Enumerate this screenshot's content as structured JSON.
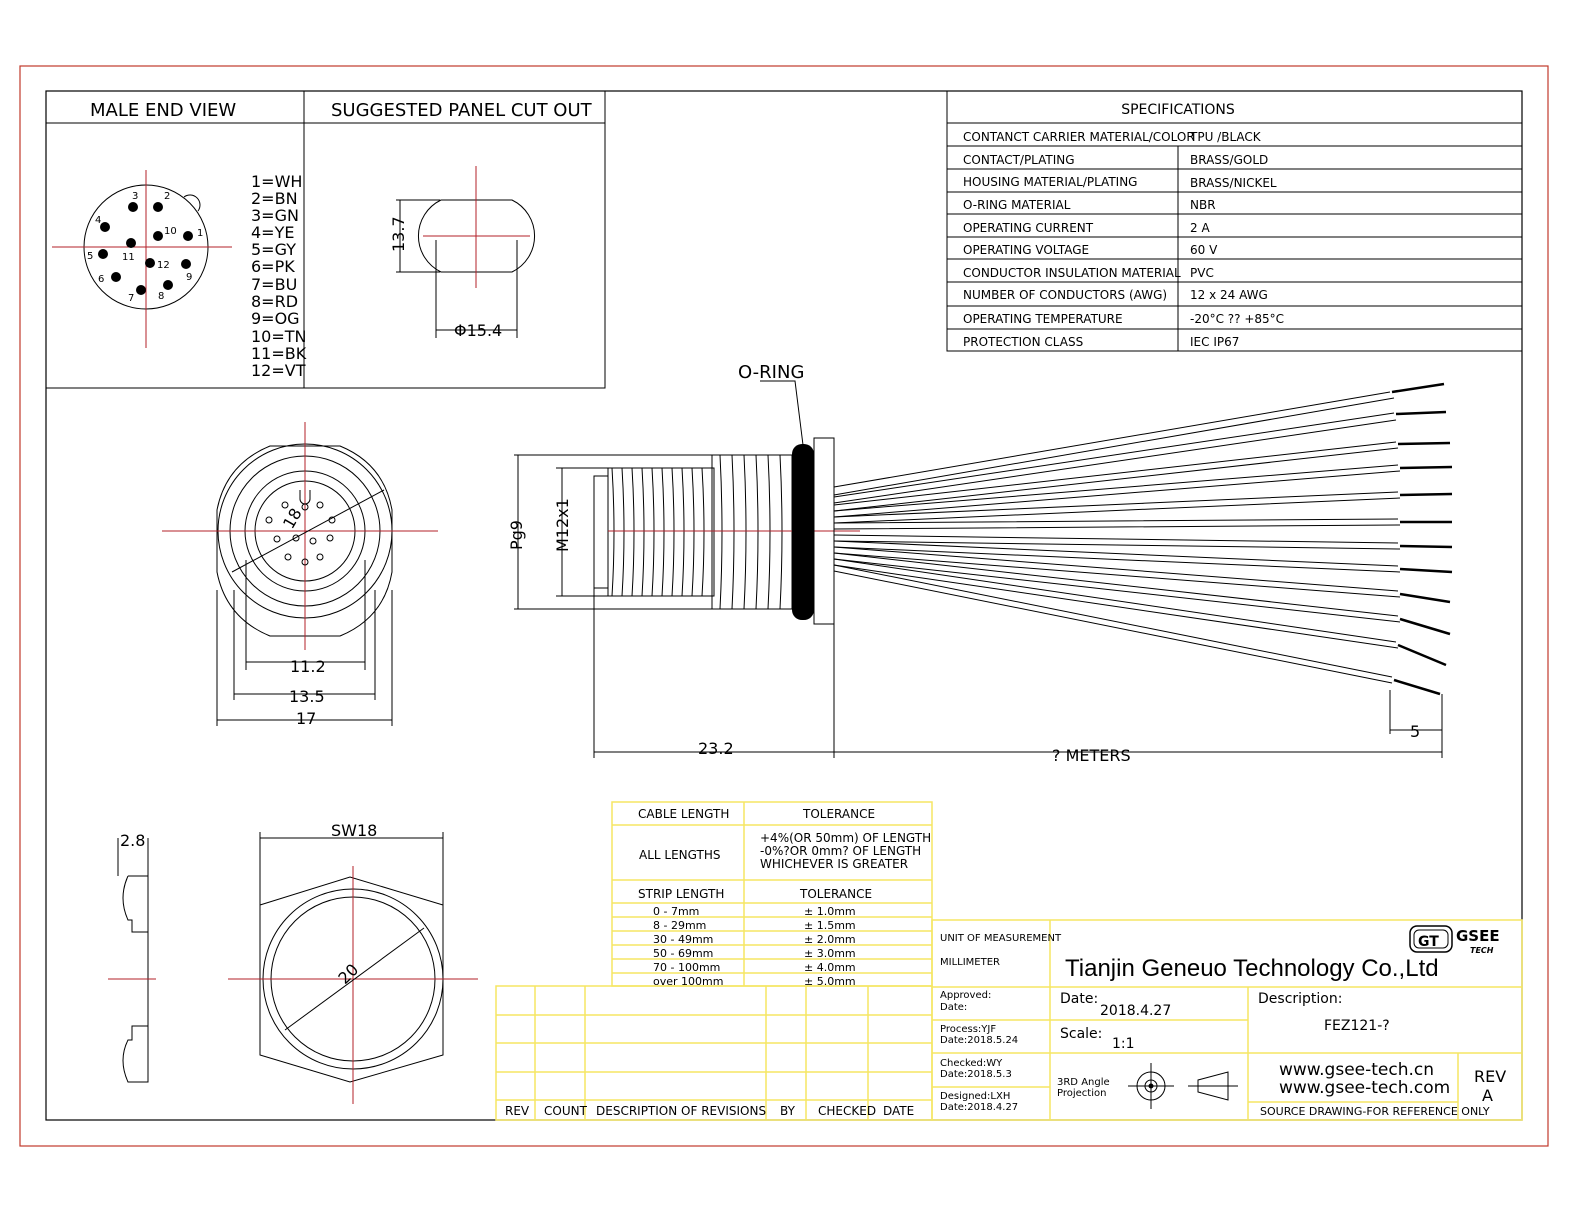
{
  "views": {
    "male_end_view": "MALE END VIEW",
    "panel_cut_out": "SUGGESTED PANEL CUT OUT"
  },
  "pin_colors": [
    "1=WH",
    "2=BN",
    "3=GN",
    "4=YE",
    "5=GY",
    "6=PK",
    "7=BU",
    "8=RD",
    "9=OG",
    "10=TN",
    "11=BK",
    "12=VT"
  ],
  "pin_numbers": [
    "3",
    "2",
    "4",
    "10",
    "1",
    "5",
    "11",
    "12",
    "9",
    "6",
    "7",
    "8"
  ],
  "panel_dims": {
    "height": "13.7",
    "diameter": "Φ15.4"
  },
  "specifications": {
    "title": "SPECIFICATIONS",
    "rows": [
      {
        "name": "CONTANCT CARRIER MATERIAL/COLOR",
        "value": "TPU /BLACK"
      },
      {
        "name": "CONTACT/PLATING",
        "value": "BRASS/GOLD"
      },
      {
        "name": "HOUSING MATERIAL/PLATING",
        "value": "BRASS/NICKEL"
      },
      {
        "name": "O-RING MATERIAL",
        "value": "NBR"
      },
      {
        "name": "OPERATING CURRENT",
        "value": "2 A"
      },
      {
        "name": "OPERATING VOLTAGE",
        "value": "60 V"
      },
      {
        "name": "CONDUCTOR INSULATION MATERIAL",
        "value": "PVC"
      },
      {
        "name": "NUMBER OF CONDUCTORS (AWG)",
        "value": "12 x 24 AWG"
      },
      {
        "name": "OPERATING TEMPERATURE",
        "value": "-20°C ?? +85°C"
      },
      {
        "name": "PROTECTION CLASS",
        "value": "IEC   IP67"
      }
    ]
  },
  "side_view": {
    "oring_label": "O-RING",
    "pg9": "Pg9",
    "m12": "M12x1",
    "len_23_2": "23.2",
    "meters": "? METERS",
    "strip_5": "5"
  },
  "front_view": {
    "d18": "18",
    "d11_2": "11.2",
    "d13_5": "13.5",
    "d17": "17"
  },
  "nut_view": {
    "sw18": "SW18",
    "d20": "20",
    "t2_8": "2.8"
  },
  "tolerance": {
    "h_cable": "CABLE LENGTH",
    "h_tol": "TOLERANCE",
    "all_lengths": "ALL LENGTHS",
    "all_tol": [
      "+4%(OR 50mm) OF LENGTH",
      "-0%?OR 0mm? OF LENGTH",
      "WHICHEVER  IS  GREATER"
    ],
    "h_strip": "STRIP LENGTH",
    "h_tol2": "TOLERANCE",
    "strip_rows": [
      {
        "len": "0 - 7mm",
        "tol": "± 1.0mm"
      },
      {
        "len": "8 - 29mm",
        "tol": "± 1.5mm"
      },
      {
        "len": "30 - 49mm",
        "tol": "± 2.0mm"
      },
      {
        "len": "50 - 69mm",
        "tol": "± 3.0mm"
      },
      {
        "len": "70 - 100mm",
        "tol": "± 4.0mm"
      },
      {
        "len": "over 100mm",
        "tol": "± 5.0mm"
      }
    ]
  },
  "revisions": {
    "headers": [
      "REV",
      "COUNT",
      "DESCRIPTION  OF  REVISIONS",
      "BY",
      "CHECKED",
      "DATE"
    ]
  },
  "title_block": {
    "unit_label": "UNIT OF MEASUREMENT",
    "unit": "MILLIMETER",
    "company": "Tianjin Geneuo Technology Co.,Ltd",
    "logo_gt": "GT",
    "logo_gsee": "GSEE",
    "logo_tech": "TECH",
    "approved": "Approved:",
    "approved_date": "Date:",
    "process": "Process:YJF",
    "process_date": "Date:2018.5.24",
    "checked": "Checked:WY",
    "checked_date": "Date:2018.5.3",
    "designed": "Designed:LXH",
    "designed_date": "Date:2018.4.27",
    "date_label": "Date:",
    "date": "2018.4.27",
    "scale_label": "Scale:",
    "scale": "1:1",
    "projection": [
      "3RD Angle",
      "Projection"
    ],
    "description_label": "Description:",
    "description": "FEZ121-?",
    "web1": "www.gsee-tech.cn",
    "web2": "www.gsee-tech.com",
    "source": "SOURCE DRAWING-FOR REFERENCE ONLY",
    "rev_label": "REV",
    "rev": "A"
  },
  "colors": {
    "border": "#c0392b",
    "highlight": "#f5e663",
    "line": "#000000",
    "center": "#b3202a"
  }
}
